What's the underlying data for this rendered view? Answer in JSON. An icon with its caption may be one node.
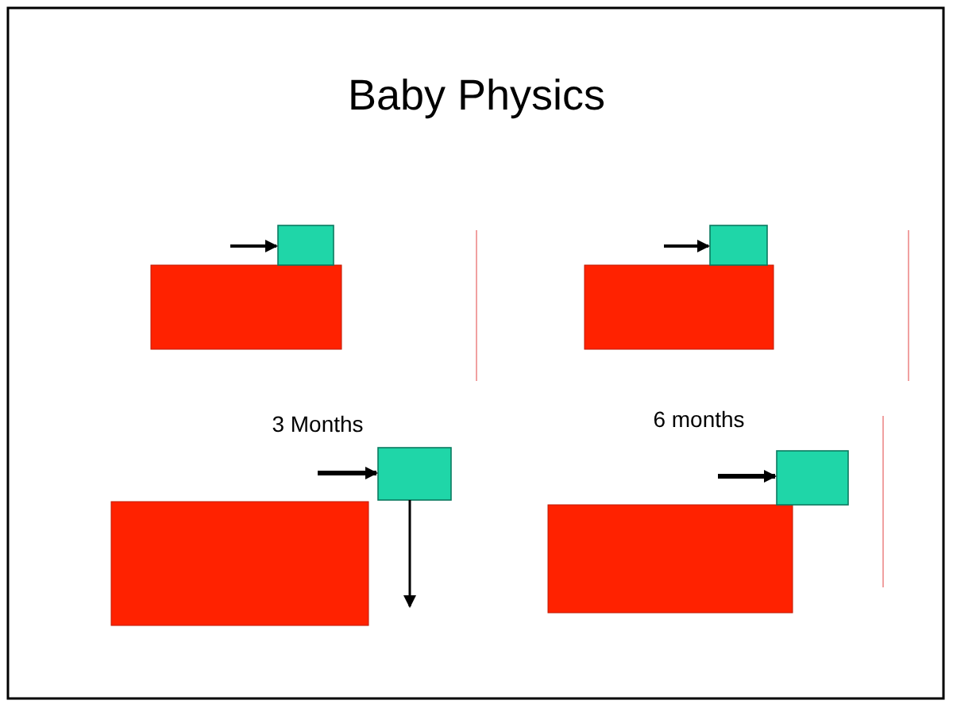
{
  "diagram": {
    "title": "Baby Physics",
    "labels": [
      "3 Months",
      "6 months"
    ]
  }
}
